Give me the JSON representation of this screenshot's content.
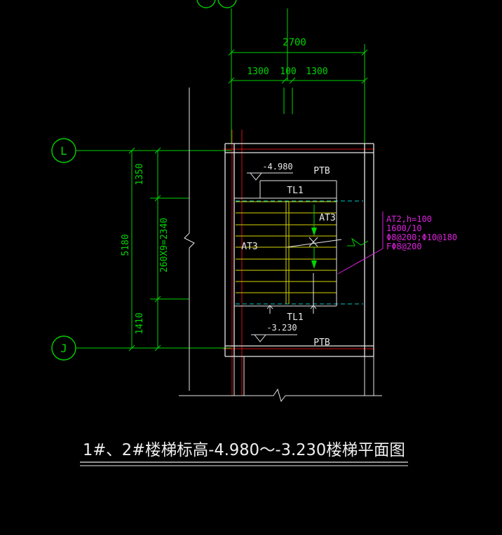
{
  "colors": {
    "background": "#000000",
    "dimension_green": "#00d400",
    "grid_red": "#cf1111",
    "drawing_white": "#e8e8e8",
    "tread_yellow": "#d6d600",
    "hidden_cyan": "#00c9c9",
    "annotation_magenta": "#dd22dd"
  },
  "top_dims": {
    "overall": "2700",
    "seg1": "1300",
    "seg2": "100",
    "seg3": "1300"
  },
  "left_dims": {
    "overall": "5180",
    "upper": "1350",
    "middle": "260X9=2340",
    "lower": "1410"
  },
  "bubbles": {
    "row_upper": "L",
    "row_lower": "J"
  },
  "plan": {
    "level_top": "-4.980",
    "level_bottom": "-3.230",
    "ptb_top": "PTB",
    "ptb_bottom": "PTB",
    "tl1_top": "TL1",
    "tl1_bottom": "TL1",
    "at3_upper": "AT3",
    "at3_lower": "AT3"
  },
  "annotation": {
    "line1": "AT2,h=100",
    "line2": "1600/10",
    "line3": "Φ8@200;Φ10@180",
    "line4": "FΦ8@200"
  },
  "title": "1#、2#楼梯标高-4.980～-3.230楼梯平面图"
}
